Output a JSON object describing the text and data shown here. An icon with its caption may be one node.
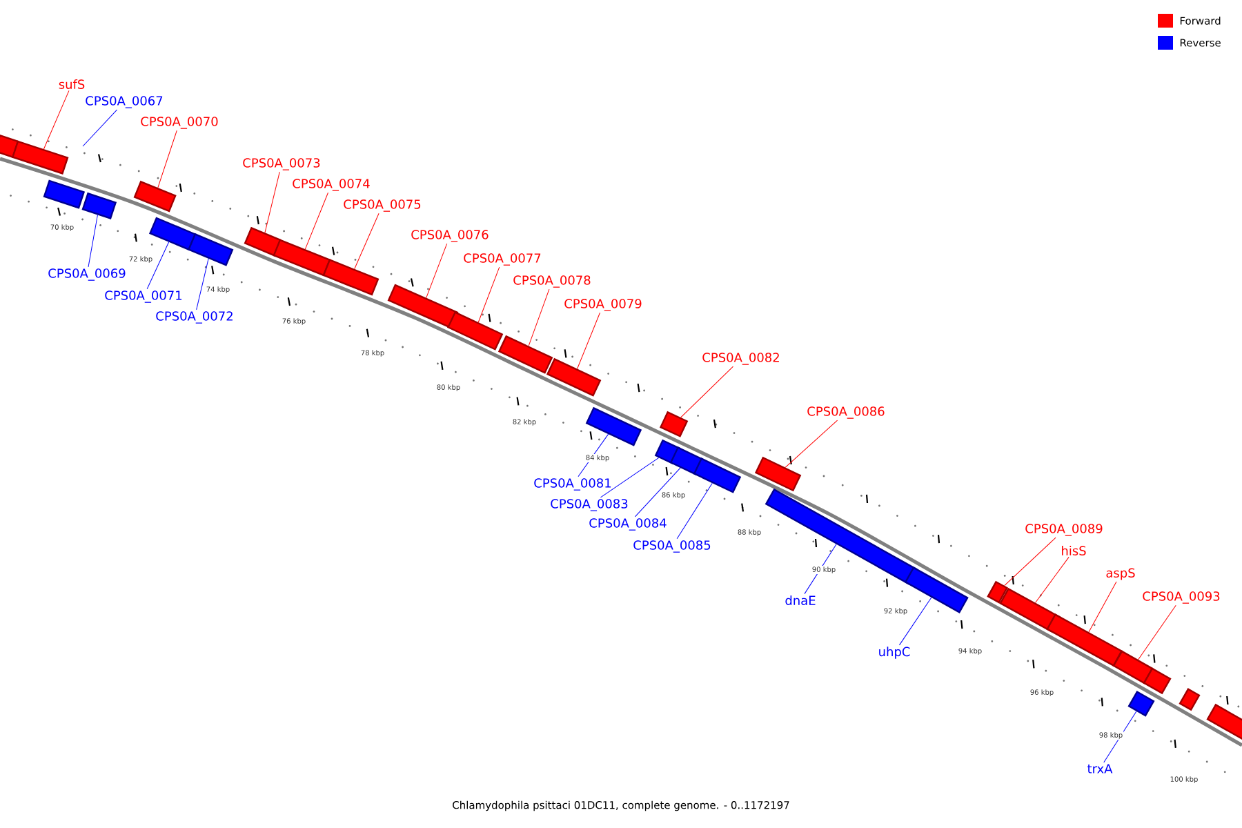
{
  "diagram": {
    "caption": "Chlamydophila psittaci 01DC11, complete genome. - 0..1172197",
    "nodes": [
      {
        "text": [],
        "shape": "bar"
      },
      {
        "text": [],
        "shape": "bar"
      },
      {
        "text": [],
        "shape": "bar"
      },
      {
        "text": [],
        "shape": "bar"
      },
      {
        "text": [],
        "shape": "bar"
      },
      {
        "text": [],
        "shape": "bar"
      },
      {
        "text": [],
        "shape": "bar"
      },
      {
        "text": [],
        "shape": "bar"
      },
      {
        "text": [],
        "shape": "bar"
      },
      {
        "text": [],
        "shape": "bar"
      },
      {
        "text": [],
        "shape": "bar"
      },
      {
        "text": [],
        "shape": "bar"
      },
      {
        "text": [],
        "shape": "bar"
      },
      {
        "text": [],
        "shape": "bar"
      },
      {
        "text": [],
        "shape": "bar"
      },
      {
        "text": [],
        "shape": "bar"
      },
      {
        "text": [],
        "shape": "bar"
      },
      {
        "text": [],
        "shape": "bar"
      },
      {
        "text": [],
        "shape": "bar"
      },
      {
        "text": [],
        "shape": "bar"
      },
      {
        "text": [],
        "shape": "bar"
      },
      {
        "text": [],
        "shape": "bar"
      },
      {
        "text": [],
        "shape": "bar"
      },
      {
        "text": [],
        "shape": "bar"
      },
      {
        "text": [],
        "shape": "bar"
      },
      {
        "text": [],
        "shape": "bar"
      },
      {
        "text": [],
        "shape": "bar"
      },
      {
        "text": [],
        "shape": "bar"
      },
      {
        "text": [],
        "shape": "bar"
      },
      {
        "text": [],
        "shape": "bar"
      },
      {
        "text": [
          "sufS"
        ]
      },
      {
        "text": [
          "CPS0A_0067"
        ]
      },
      {
        "text": [
          "CPS0A_0070"
        ]
      },
      {
        "text": [
          "CPS0A_0073"
        ]
      },
      {
        "text": [
          "CPS0A_0074"
        ]
      },
      {
        "text": [
          "CPS0A_0075"
        ]
      },
      {
        "text": [
          "CPS0A_0076"
        ]
      },
      {
        "text": [
          "CPS0A_0077"
        ]
      },
      {
        "text": [
          "CPS0A_0069"
        ]
      },
      {
        "text": [
          "CPS0A_0078"
        ]
      },
      {
        "text": [
          "CPS0A_0071"
        ]
      },
      {
        "text": [
          "CPS0A_0079"
        ]
      },
      {
        "text": [
          "CPS0A_0072"
        ]
      },
      {
        "text": [
          "CPS0A_0082"
        ]
      },
      {
        "text": [
          "CPS0A_0086"
        ]
      },
      {
        "text": [
          "CPS0A_0081"
        ]
      },
      {
        "text": [
          "CPS0A_0083"
        ]
      },
      {
        "text": [
          "CPS0A_0084"
        ]
      },
      {
        "text": [
          "CPS0A_0089"
        ]
      },
      {
        "text": [
          "CPS0A_0085"
        ]
      },
      {
        "text": [
          "hisS"
        ]
      },
      {
        "text": [
          "aspS"
        ]
      },
      {
        "text": [
          "CPS0A_0093"
        ]
      },
      {
        "text": [
          "dnaE"
        ]
      },
      {
        "text": [
          "uhpC"
        ]
      },
      {
        "text": [
          "trxA"
        ]
      }
    ],
    "edges": [
      {
        "from": 30,
        "to": 1,
        "arrow": "none"
      },
      {
        "from": 31,
        "to": null,
        "arrow": "none",
        "color": "#0000ff"
      },
      {
        "from": 32,
        "to": 4,
        "arrow": "none"
      },
      {
        "from": 33,
        "to": 7,
        "arrow": "none"
      },
      {
        "from": 34,
        "to": 8,
        "arrow": "none"
      },
      {
        "from": 35,
        "to": 9,
        "arrow": "none"
      },
      {
        "from": 36,
        "to": 10,
        "arrow": "none"
      },
      {
        "from": 37,
        "to": 11,
        "arrow": "none"
      },
      {
        "from": 38,
        "to": 3,
        "arrow": "none",
        "color": "#0000ff"
      },
      {
        "from": 39,
        "to": 12,
        "arrow": "none"
      },
      {
        "from": 40,
        "to": 5,
        "arrow": "none",
        "color": "#0000ff"
      },
      {
        "from": 41,
        "to": 13,
        "arrow": "none"
      },
      {
        "from": 42,
        "to": 6,
        "arrow": "none",
        "color": "#0000ff"
      },
      {
        "from": 43,
        "to": 15,
        "arrow": "none"
      },
      {
        "from": 44,
        "to": 19,
        "arrow": "none"
      },
      {
        "from": 45,
        "to": 14,
        "arrow": "none",
        "color": "#0000ff"
      },
      {
        "from": 46,
        "to": 16,
        "arrow": "none",
        "color": "#0000ff"
      },
      {
        "from": 47,
        "to": 17,
        "arrow": "none",
        "color": "#0000ff"
      },
      {
        "from": 48,
        "to": 22,
        "arrow": "none"
      },
      {
        "from": 49,
        "to": 18,
        "arrow": "none",
        "color": "#0000ff"
      },
      {
        "from": 50,
        "to": 23,
        "arrow": "none"
      },
      {
        "from": 51,
        "to": 24,
        "arrow": "none"
      },
      {
        "from": 52,
        "to": 25,
        "arrow": "none"
      },
      {
        "from": 53,
        "to": 20,
        "arrow": "none",
        "color": "#0000ff"
      },
      {
        "from": 54,
        "to": 21,
        "arrow": "none",
        "color": "#0000ff"
      },
      {
        "from": 55,
        "to": 26,
        "arrow": "none",
        "color": "#0000ff"
      }
    ],
    "labels": [
      "70 kbp",
      "72 kbp",
      "74 kbp",
      "76 kbp",
      "78 kbp",
      "80 kbp",
      "82 kbp",
      "84 kbp",
      "86 kbp",
      "88 kbp",
      "90 kbp",
      "92 kbp",
      "94 kbp",
      "96 kbp",
      "98 kbp",
      "100 kbp"
    ],
    "legend": [
      {
        "text": "Forward",
        "color": "#ff0000"
      },
      {
        "text": "Reverse",
        "color": "#0000ff"
      }
    ]
  }
}
